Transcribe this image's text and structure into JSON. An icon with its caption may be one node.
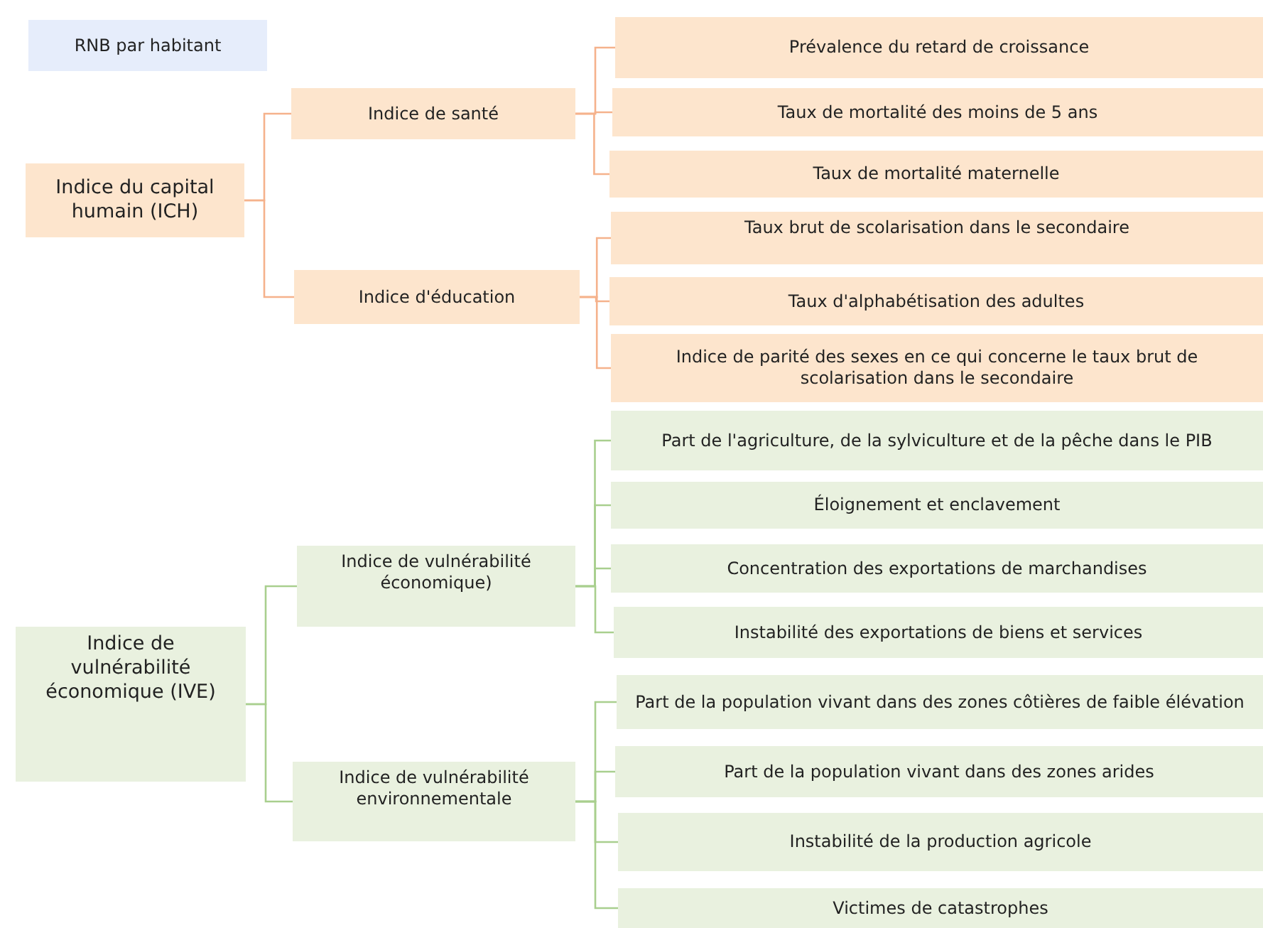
{
  "diagram": {
    "nodes": [
      {
        "text": [
          "RNB par habitant"
        ]
      },
      {
        "text": [
          "Indice du capital humain (ICH)"
        ]
      },
      {
        "text": [
          "Indice de santé"
        ]
      },
      {
        "text": [
          "Prévalence du retard de croissance"
        ]
      },
      {
        "text": [
          "Taux de mortalité des moins de 5 ans"
        ]
      },
      {
        "text": [
          "Taux de mortalité maternelle"
        ]
      },
      {
        "text": [
          "Indice d'éducation"
        ]
      },
      {
        "text": [
          "Taux brut de scolarisation dans le secondaire"
        ]
      },
      {
        "text": [
          "Taux d'alphabétisation des adultes"
        ]
      },
      {
        "text": [
          "Indice de parité des sexes en ce qui concerne le taux brut de scolarisation dans le secondaire"
        ]
      },
      {
        "text": [
          "Indice de vulnérabilité économique (IVE)"
        ]
      },
      {
        "text": [
          "Indice de vulnérabilité économique)"
        ]
      },
      {
        "text": [
          "Part de l'agriculture, de la sylviculture et de la pêche dans le PIB"
        ]
      },
      {
        "text": [
          "Éloignement et enclavement"
        ]
      },
      {
        "text": [
          "Concentration des exportations de marchandises"
        ]
      },
      {
        "text": [
          "Instabilité des exportations de biens et services"
        ]
      },
      {
        "text": [
          "Indice de vulnérabilité environnementale"
        ]
      },
      {
        "text": [
          "Part de la population vivant dans des zones côtières de faible élévation"
        ]
      },
      {
        "text": [
          "Part de la population vivant dans des zones arides"
        ]
      },
      {
        "text": [
          "Instabilité de la production agricole"
        ]
      },
      {
        "text": [
          "Victimes de catastrophes"
        ]
      }
    ],
    "edges": [
      {
        "from": 1,
        "to": 2,
        "arrow": "none"
      },
      {
        "from": 1,
        "to": 6,
        "arrow": "none"
      },
      {
        "from": 2,
        "to": 3,
        "arrow": "none"
      },
      {
        "from": 2,
        "to": 4,
        "arrow": "none"
      },
      {
        "from": 2,
        "to": 5,
        "arrow": "none"
      },
      {
        "from": 6,
        "to": 7,
        "arrow": "none"
      },
      {
        "from": 6,
        "to": 8,
        "arrow": "none"
      },
      {
        "from": 6,
        "to": 9,
        "arrow": "none"
      },
      {
        "from": 10,
        "to": 11,
        "arrow": "none"
      },
      {
        "from": 10,
        "to": 16,
        "arrow": "none"
      },
      {
        "from": 11,
        "to": 12,
        "arrow": "none"
      },
      {
        "from": 11,
        "to": 13,
        "arrow": "none"
      },
      {
        "from": 11,
        "to": 14,
        "arrow": "none"
      },
      {
        "from": 11,
        "to": 15,
        "arrow": "none"
      },
      {
        "from": 16,
        "to": 17,
        "arrow": "none"
      },
      {
        "from": 16,
        "to": 18,
        "arrow": "none"
      },
      {
        "from": 16,
        "to": 19,
        "arrow": "none"
      },
      {
        "from": 16,
        "to": 20,
        "arrow": "none"
      }
    ]
  }
}
